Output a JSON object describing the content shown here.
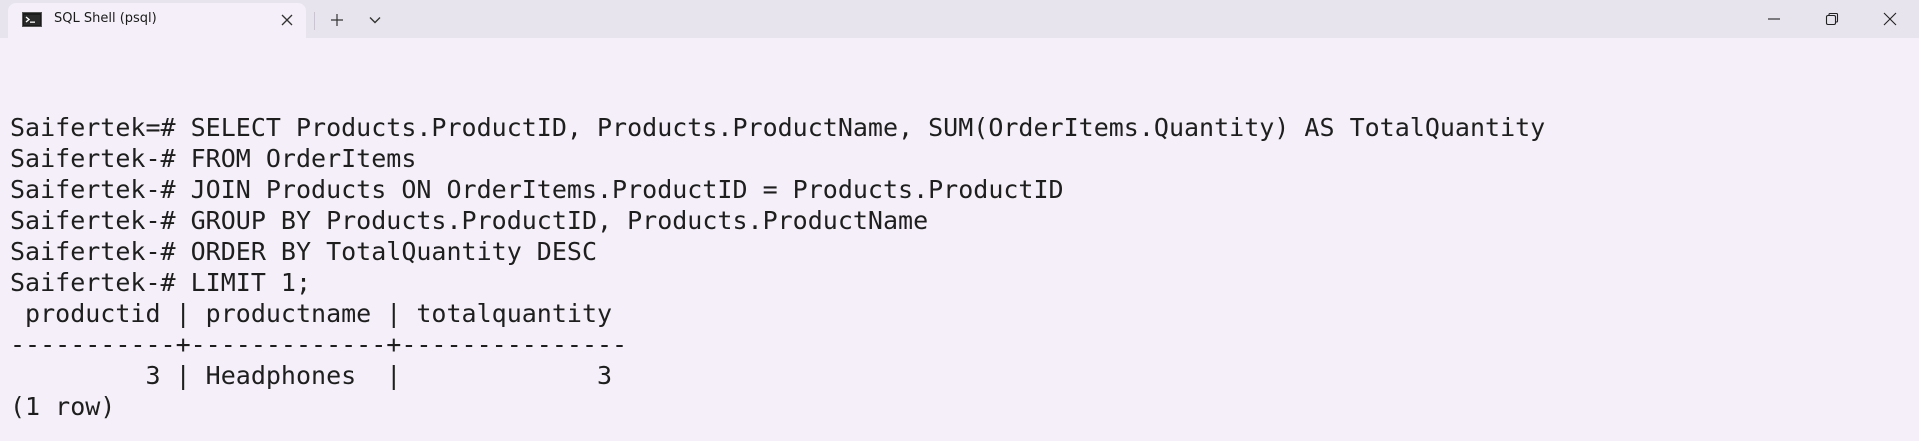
{
  "window": {
    "tab_title": "SQL Shell (psql)",
    "tab_icon": "terminal-icon"
  },
  "controls": {
    "new_tab_icon": "plus-icon",
    "dropdown_icon": "chevron-down-icon",
    "minimize_icon": "minimize-icon",
    "maximize_icon": "restore-icon",
    "close_icon": "close-icon"
  },
  "terminal": {
    "lines": [
      "Saifertek=# SELECT Products.ProductID, Products.ProductName, SUM(OrderItems.Quantity) AS TotalQuantity",
      "Saifertek-# FROM OrderItems",
      "Saifertek-# JOIN Products ON OrderItems.ProductID = Products.ProductID",
      "Saifertek-# GROUP BY Products.ProductID, Products.ProductName",
      "Saifertek-# ORDER BY TotalQuantity DESC",
      "Saifertek-# LIMIT 1;",
      " productid | productname | totalquantity",
      "-----------+-------------+---------------",
      "         3 | Headphones  |             3",
      "(1 row)"
    ]
  },
  "colors": {
    "background": "#f4eff8",
    "titlebar": "#e8e4ed",
    "text": "#1e1e1e"
  }
}
